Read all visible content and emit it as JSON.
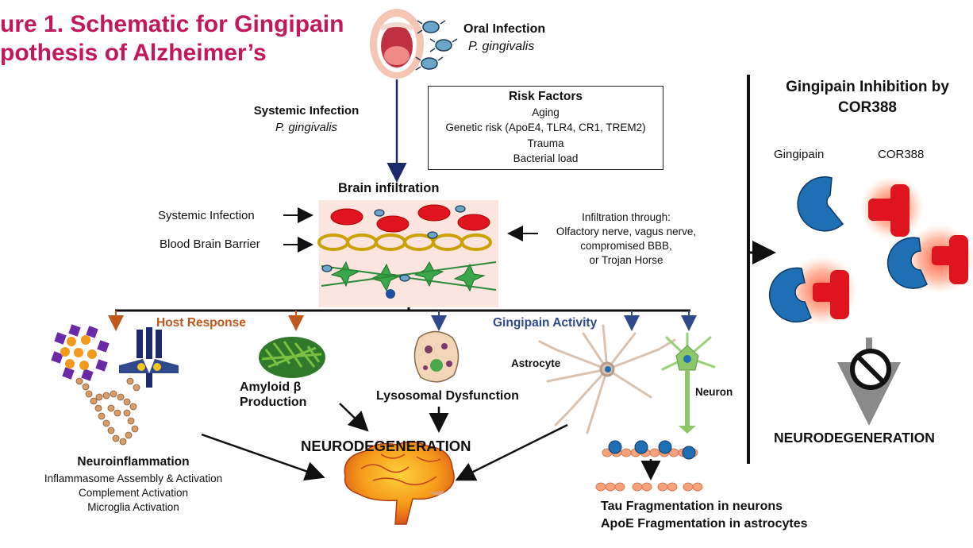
{
  "title": {
    "line1": "ure 1. Schematic for Gingipain",
    "line2": "pothesis of Alzheimer’s"
  },
  "oral": {
    "heading": "Oral Infection",
    "species": "P. gingivalis"
  },
  "systemic": {
    "heading": "Systemic Infection",
    "species": "P. gingivalis"
  },
  "risk": {
    "heading": "Risk Factors",
    "items": [
      "Aging",
      "Genetic risk (ApoE4, TLR4, CR1, TREM2)",
      "Trauma",
      "Bacterial load"
    ]
  },
  "brain_infiltration": {
    "heading": "Brain infiltration",
    "left_labels": [
      "Systemic Infection",
      "Blood Brain Barrier"
    ],
    "right_lines": [
      "Infiltration through:",
      "Olfactory nerve, vagus nerve,",
      "compromised BBB,",
      "or Trojan Horse"
    ]
  },
  "host_response": "Host Response",
  "gingipain_activity": "Gingipain Activity",
  "amyloid": {
    "line1": "Amyloid β",
    "line2": "Production"
  },
  "lysosomal": "Lysosomal Dysfunction",
  "astrocyte": "Astrocyte",
  "neuron": "Neuron",
  "neurodegeneration": "NEURODEGENERATION",
  "neuroinflammation": {
    "heading": "Neuroinflammation",
    "items": [
      "Inflammasome Assembly & Activation",
      "Complement Activation",
      "Microglia Activation"
    ]
  },
  "fragmentation": {
    "line1": "Tau Fragmentation in neurons",
    "line2": "ApoE Fragmentation in astrocytes"
  },
  "inhibition": {
    "heading_line1": "Gingipain Inhibition by",
    "heading_line2": "COR388",
    "gingipain_label": "Gingipain",
    "cor388_label": "COR388",
    "result": "NEURODEGENERATION"
  },
  "colors": {
    "title": "#c2185b",
    "host_response": "#c0571b",
    "gingipain_activity": "#2e4a8c",
    "gingipain_blue": "#1f6fb5",
    "cor388_red": "#e0141e",
    "arrow_navy": "#1a2a6c"
  }
}
